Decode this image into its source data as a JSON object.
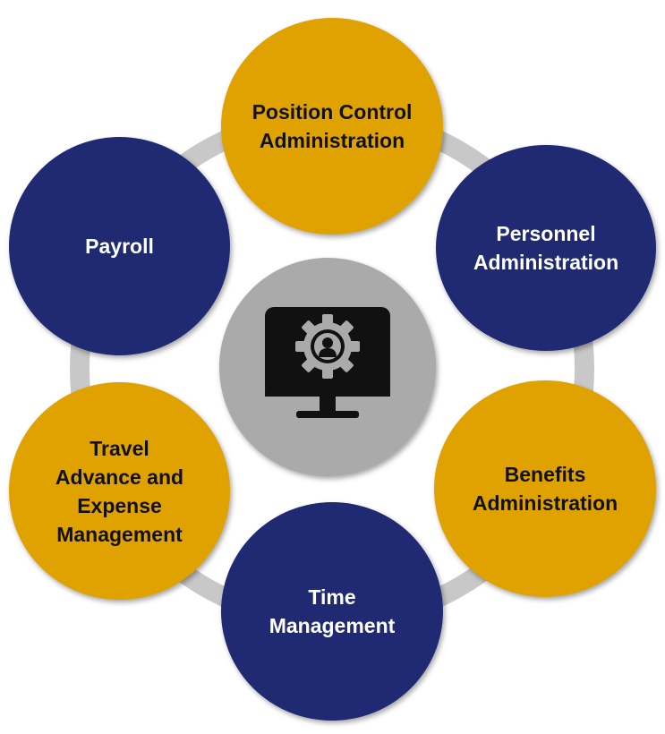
{
  "colors": {
    "gold": "#e0a200",
    "navy": "#1f2a72",
    "ring": "#c8c8c8",
    "center": "#aaaaaa",
    "gold_text": "#111111",
    "navy_text": "#ffffff"
  },
  "center": {
    "icon": "monitor-user-gear-icon"
  },
  "nodes": {
    "position_control": {
      "label": "Position Control\nAdministration"
    },
    "personnel": {
      "label": "Personnel\nAdministration"
    },
    "benefits": {
      "label": "Benefits\nAdministration"
    },
    "time": {
      "label": "Time\nManagement"
    },
    "travel": {
      "label": "Travel\nAdvance and\nExpense\nManagement"
    },
    "payroll": {
      "label": "Payroll"
    }
  }
}
